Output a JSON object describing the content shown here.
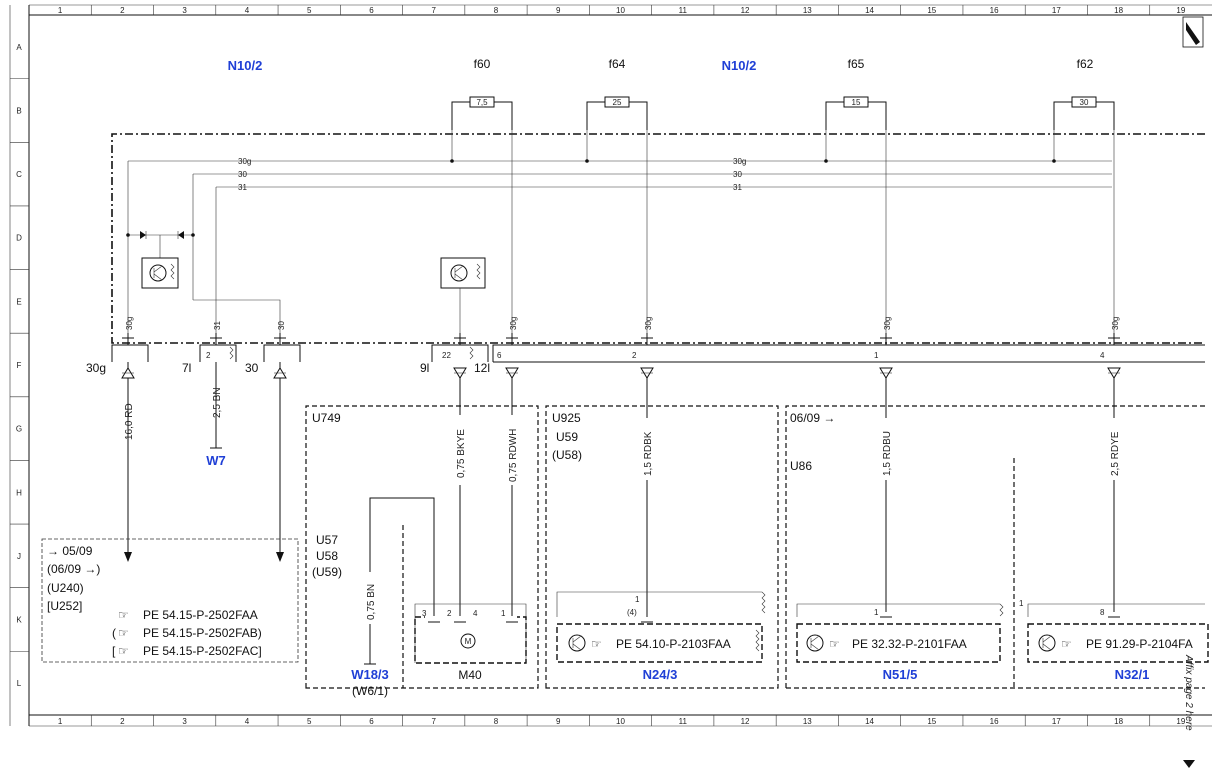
{
  "grid": {
    "columns": [
      "1",
      "2",
      "3",
      "4",
      "5",
      "6",
      "7",
      "8",
      "9",
      "10",
      "11",
      "12",
      "13",
      "14",
      "15",
      "16",
      "17",
      "18",
      "19"
    ],
    "rows": [
      "A",
      "B",
      "C",
      "D",
      "E",
      "F",
      "G",
      "H",
      "J",
      "K",
      "L"
    ]
  },
  "top": {
    "n10_2_left": "N10/2",
    "n10_2_right": "N10/2",
    "fuses": [
      {
        "id": "f60",
        "rating": "7,5"
      },
      {
        "id": "f64",
        "rating": "25"
      },
      {
        "id": "f65",
        "rating": "15"
      },
      {
        "id": "f62",
        "rating": "30"
      }
    ],
    "bus_labels": {
      "l30g": "30g",
      "l30": "30",
      "l31": "31",
      "m30g": "30g",
      "m30": "30",
      "m31": "31"
    }
  },
  "connectors": {
    "t30g_left": "30g",
    "t7l": "7l",
    "t30": "30",
    "t9l": "9l",
    "t12l": "12l",
    "p2": "2",
    "p22": "22",
    "p6": "6",
    "p2b": "2",
    "p1": "1",
    "p4": "4",
    "pin30g_a": "30g",
    "pin31": "31",
    "pin30": "30",
    "pin30g_b": "30g",
    "pin30g_c": "30g",
    "pin30g_d": "30g",
    "pin30g_e": "30g"
  },
  "wires": {
    "w1": "16,0 RD",
    "w2": "2,5 BN",
    "w3": "0,75 BKYE",
    "w4": "0,75 RDWH",
    "w5": "1,5 RDBK",
    "w6": "1,5 RDBU",
    "w7": "2,5 RDYE",
    "w8": "0,75 BN"
  },
  "components": {
    "w7": "W7",
    "u749": "U749",
    "u57": "U57",
    "u58": "U58",
    "u59p": "(U59)",
    "w18_3": "W18/3",
    "w6_1": "(W6/1)",
    "m40": "M40",
    "m40_pins": [
      "3",
      "2",
      "4",
      "1"
    ],
    "u925": "U925",
    "u59": "U59",
    "u58p": "(U58)",
    "n24_3": "N24/3",
    "n24_pin1": "1",
    "n24_pin4": "(4)",
    "ref_n24": "PE 54.10-P-2103FAA",
    "date_0609": "06/09 →",
    "u86": "U86",
    "n51_5": "N51/5",
    "n51_pin": "1",
    "ref_n51": "PE 32.32-P-2101FAA",
    "n32_1": "N32/1",
    "n32_pin1": "1",
    "n32_pin8": "8",
    "ref_n32": "PE 91.29-P-2104FA"
  },
  "notes": {
    "line1": "→ 05/09",
    "line2": "(06/09 →)",
    "line3": "(U240)",
    "line4": "[U252]",
    "ref1": "PE 54.15-P-2502FAA",
    "ref2": "PE 54.15-P-2502FAB)",
    "ref3": "PE 54.15-P-2502FAC]",
    "ref2_prefix": "(",
    "ref3_prefix": "["
  },
  "side": {
    "affix": "Affix page 2 here"
  }
}
